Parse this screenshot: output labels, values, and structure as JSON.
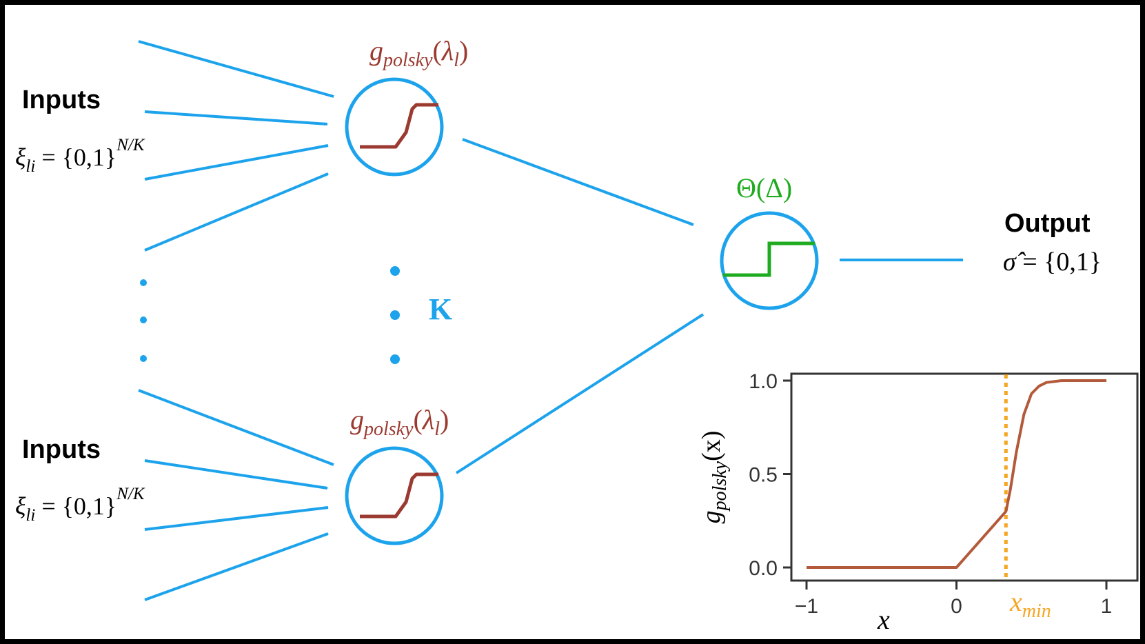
{
  "colors": {
    "blue": "#1ca3ec",
    "red": "#9b3a30",
    "green": "#1fab1f",
    "orange": "#f5a623",
    "curve": "#b35a3a"
  },
  "inputs_top": {
    "label": "Inputs",
    "xi": "ξ",
    "xi_sub": "li",
    "eq": " = {0,1}",
    "sup": "N/K"
  },
  "inputs_bottom": {
    "label": "Inputs",
    "xi": "ξ",
    "xi_sub": "li",
    "eq": " = {0,1}",
    "sup": "N/K"
  },
  "hidden_top": {
    "g": "g",
    "g_sub": "polsky",
    "open": "(",
    "lambda": "λ",
    "lambda_sub": "l",
    "close": ")"
  },
  "hidden_bottom": {
    "g": "g",
    "g_sub": "polsky",
    "open": "(",
    "lambda": "λ",
    "lambda_sub": "l",
    "close": ")"
  },
  "k_label": "K",
  "output_node": {
    "label": "Θ(Δ)"
  },
  "output": {
    "label": "Output",
    "sigma": "σ̂",
    "eq": " = {0,1}"
  },
  "inset": {
    "ylabel": {
      "g": "g",
      "g_sub": "polsky",
      "arg": "(x)"
    },
    "xlabel": "x",
    "xmin_label": {
      "x": "x",
      "sub": "min"
    },
    "y_ticks": [
      "0.0",
      "0.5",
      "1.0"
    ],
    "x_ticks": [
      "−1",
      "0",
      "1"
    ]
  },
  "chart_data": {
    "type": "line",
    "xlim": [
      -1,
      1
    ],
    "ylim": [
      0,
      1
    ],
    "x_ticks": [
      -1,
      0,
      1
    ],
    "y_ticks": [
      0,
      0.5,
      1
    ],
    "xmin": 0.33,
    "series": [
      {
        "x": [
          -1,
          0,
          0.33,
          0.36,
          0.4,
          0.45,
          0.5,
          0.55,
          0.6,
          0.7,
          0.8,
          0.9,
          1.0
        ],
        "y": [
          0,
          0,
          0.3,
          0.42,
          0.62,
          0.82,
          0.93,
          0.97,
          0.99,
          1.0,
          1.0,
          1.0,
          1.0
        ]
      }
    ]
  }
}
